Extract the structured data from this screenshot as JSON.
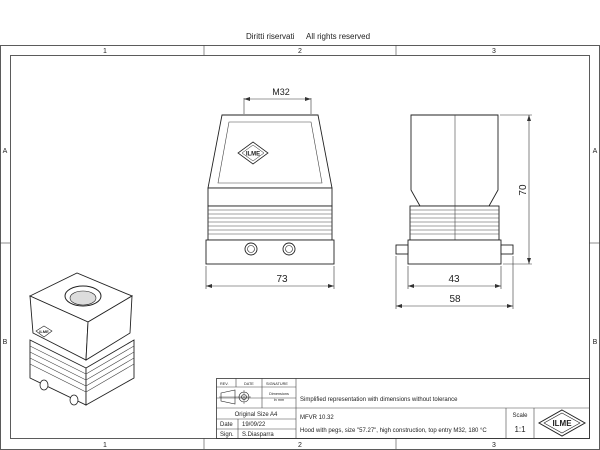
{
  "header": {
    "rights_it": "Diritti riservati",
    "rights_en": "All rights reserved"
  },
  "grid": {
    "columns": [
      "1",
      "2",
      "3"
    ],
    "rows": [
      "A",
      "B"
    ]
  },
  "dimensions": {
    "thread": "M32",
    "width_front": "73",
    "height": "70",
    "depth_body": "43",
    "depth_total": "58"
  },
  "logo": {
    "text": "ILME"
  },
  "title_block": {
    "rev_label": "REV.",
    "date_label": "DATE",
    "signature_label": "SIGNATURE",
    "dimensions_note_1": "Dimensions",
    "dimensions_note_2": "in mm",
    "note": "Simplified representation with dimensions without tolerance",
    "original_size": "Original Size A4",
    "date_key": "Date",
    "date_value": "19/09/22",
    "sign_key": "Sign.",
    "sign_value": "S.Diasparra",
    "code": "MFVR 10.32",
    "description": "Hood with pegs, size \"57.27\", high construction, top entry M32, 180 °C",
    "scale_label": "Scale",
    "scale_value": "1:1"
  }
}
